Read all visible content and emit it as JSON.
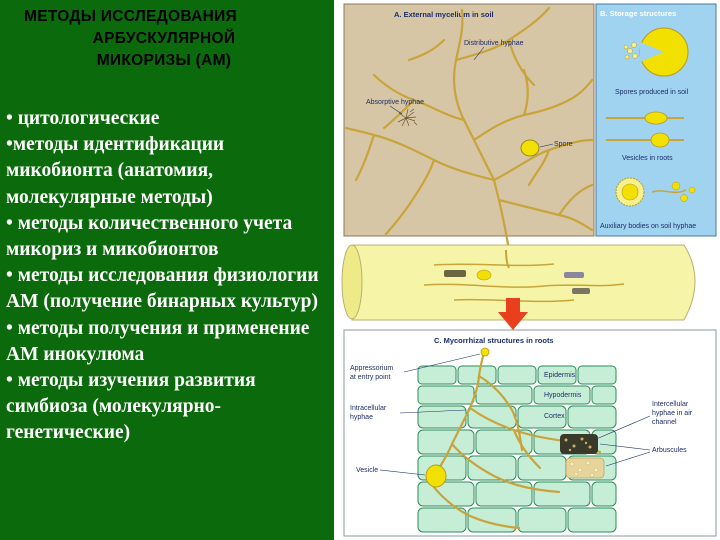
{
  "title": {
    "line1": "МЕТОДЫ ИССЛЕДОВАНИЯ",
    "line2": "АРБУСКУЛЯРНОЙ",
    "line3": "МИКОРИЗЫ (АМ)"
  },
  "bullets": [
    "• цитологические",
    "•методы идентификации микобионта (анатомия, молекулярные методы)",
    "• методы количественного учета микориз и микобионтов",
    "• методы исследования физиологии АМ (получение бинарных  культур)",
    "• методы получения и применение АМ инокулюма",
    "• методы изучения развития симбиоза (молекулярно-генетические)"
  ],
  "figure": {
    "panel_a": {
      "header": "A. External mycelium in soil",
      "distributive": "Distributive hyphae",
      "absorptive": "Absorptive hyphae",
      "spore": "Spore"
    },
    "panel_b": {
      "header": "B. Storage structures",
      "spores": "Spores produced in soil",
      "vesicles": "Vesicles in roots",
      "auxiliary": "Auxiliary bodies on soil hyphae"
    },
    "panel_c": {
      "header": "C. Mycorrhizal structures in roots",
      "appressorium_1": "Appressorium",
      "appressorium_2": "at entry point",
      "epidermis": "Epidermis",
      "hypodermis": "Hypodermis",
      "cortex": "Cortex",
      "intracellular_1": "Intracellular",
      "intracellular_2": "hyphae",
      "intercellular_1": "Intercellular",
      "intercellular_2": "hyphae in air",
      "intercellular_3": "channel",
      "arbuscules": "Arbuscules",
      "vesicle": "Vesicle"
    },
    "colors": {
      "panel_a_bg": "#d7c6a5",
      "panel_b_bg": "#9fd3f0",
      "panel_c_bg": "#c6eed6",
      "hyphae": "#c8a43a",
      "spore": "#f2e100",
      "root": "#f6f4a6",
      "arrow": "#e8401c"
    }
  }
}
